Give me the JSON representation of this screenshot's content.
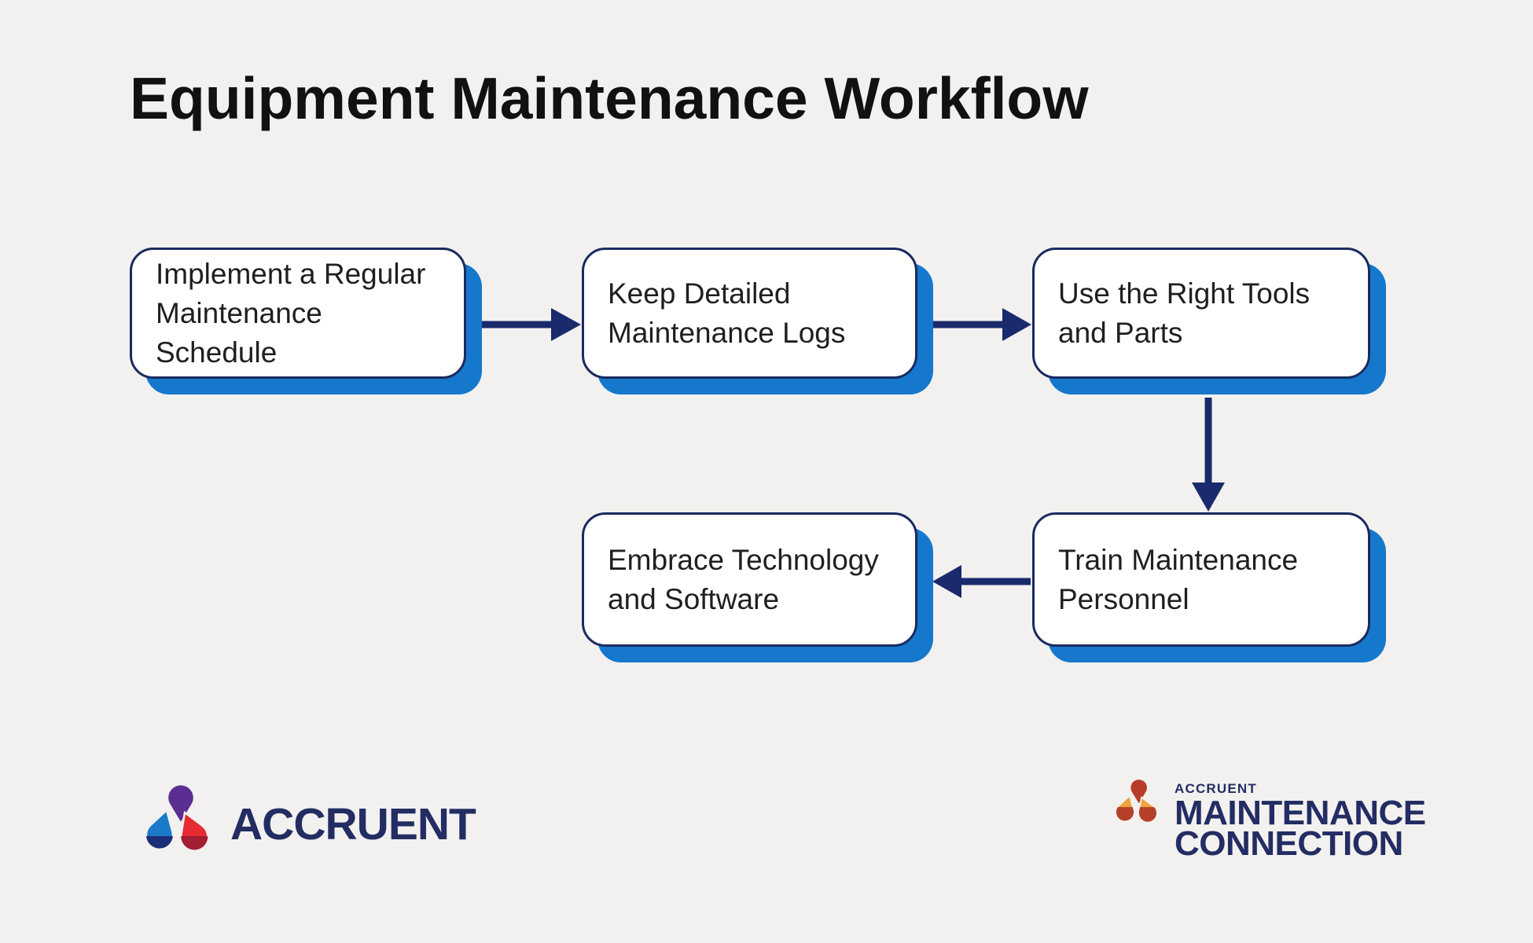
{
  "page": {
    "title": "Equipment Maintenance Workflow"
  },
  "diagram": {
    "nodes": [
      {
        "id": "schedule",
        "label": "Implement a Regular\nMaintenance Schedule"
      },
      {
        "id": "logs",
        "label": "Keep Detailed\nMaintenance Logs"
      },
      {
        "id": "tools",
        "label": "Use the Right Tools\nand Parts"
      },
      {
        "id": "personnel",
        "label": "Train Maintenance\nPersonnel"
      },
      {
        "id": "technology",
        "label": "Embrace Technology\nand Software"
      }
    ],
    "edges": [
      {
        "from": "schedule",
        "to": "logs",
        "direction": "right"
      },
      {
        "from": "logs",
        "to": "tools",
        "direction": "right"
      },
      {
        "from": "tools",
        "to": "personnel",
        "direction": "down"
      },
      {
        "from": "personnel",
        "to": "technology",
        "direction": "left"
      }
    ]
  },
  "footer": {
    "accruent": {
      "wordmark": "ACCRUENT"
    },
    "maintenance_connection": {
      "line1": "ACCRUENT",
      "line2": "MAINTENANCE",
      "line3": "CONNECTION"
    }
  },
  "colors": {
    "background": "#f2f1ef",
    "box_fill": "#ffffff",
    "box_border": "#1b2a5e",
    "box_shadow": "#1578cc",
    "arrow": "#1a2a6c",
    "title_text": "#111111",
    "node_text": "#1f1f1f",
    "logo_navy": "#232d63",
    "logo_purple": "#5b2e91",
    "logo_blue_light": "#1a7ac9",
    "logo_blue_dark": "#1b2f77",
    "logo_red_light": "#e62b33",
    "logo_red_dark": "#a11e33",
    "mc_red": "#b93a28",
    "mc_amber": "#eba43f",
    "mc_rust": "#b5402a"
  }
}
